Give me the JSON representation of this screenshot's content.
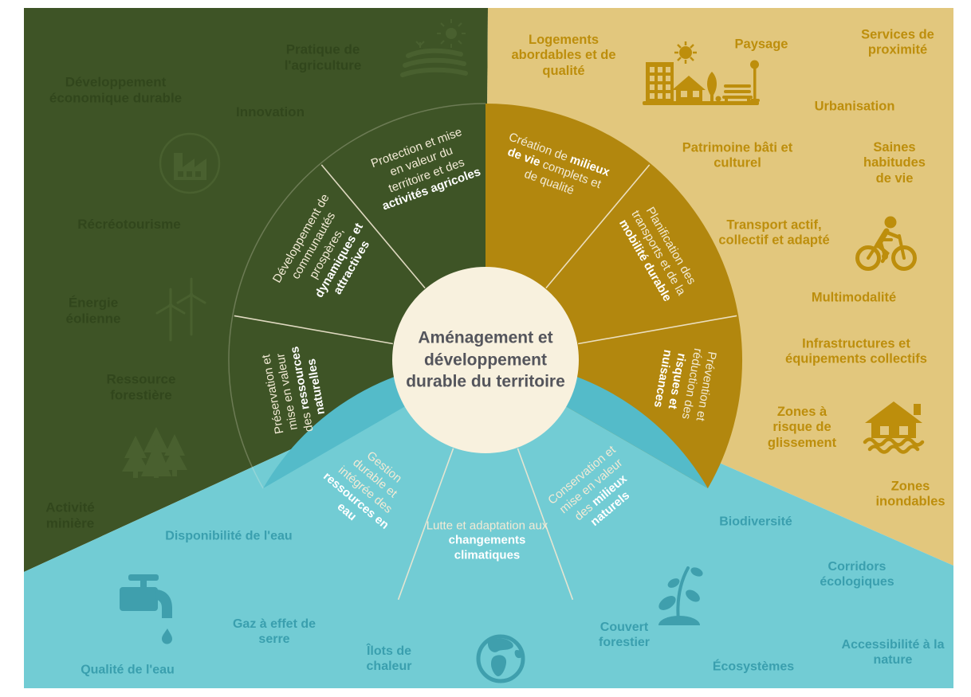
{
  "center": {
    "title": "Aménagement et développement durable du territoire"
  },
  "colors": {
    "green_bg": "#3e5426",
    "green_ghost": "#31461c",
    "green_icon": "#49602f",
    "gold_bg": "#e2c77d",
    "gold_ring": "#b2870e",
    "gold_text": "#bd8e0c",
    "teal_bg": "#72ccd4",
    "teal_ring": "#54bbc9",
    "teal_text": "#3a9fae",
    "teal_icon": "#3f9fad",
    "cream": "#f8f1de",
    "divider": "#f1e8d2",
    "center_text": "#54555c"
  },
  "wedges": [
    {
      "pre": "Protection et mise en valeur du territoire et des ",
      "bold": "activités agricoles",
      "post": ""
    },
    {
      "pre": "Développement de communautés prospères, ",
      "bold": "dynamiques et attractives",
      "post": ""
    },
    {
      "pre": "Préservation et mise en valeur des ",
      "bold": "ressources naturelles",
      "post": ""
    },
    {
      "pre": "Création de ",
      "bold": "milieux de vie",
      "post": " complets et de qualité"
    },
    {
      "pre": "Planification des transports et de la ",
      "bold": "mobilité durable",
      "post": ""
    },
    {
      "pre": "Prévention et réduction des ",
      "bold": "risques et nuisances",
      "post": ""
    },
    {
      "pre": "Gestion durable et intégrée des ",
      "bold": "ressources en eau",
      "post": ""
    },
    {
      "pre": "Lutte et adaptation aux ",
      "bold": "changements climatiques",
      "post": ""
    },
    {
      "pre": "Conservation et mise en valeur des ",
      "bold": "milieux naturels",
      "post": ""
    }
  ],
  "green_themes": [
    "Développement économique durable",
    "Pratique de l'agriculture",
    "Innovation",
    "Récréotourisme",
    "Énergie éolienne",
    "Ressource forestière",
    "Activité minière"
  ],
  "gold_themes": [
    "Logements abordables et de qualité",
    "Paysage",
    "Services de proximité",
    "Urbanisation",
    "Patrimoine bâti et culturel",
    "Saines habitudes de vie",
    "Transport actif, collectif et adapté",
    "Multimodalité",
    "Infrastructures et équipements collectifs",
    "Zones à risque de glissement",
    "Zones inondables"
  ],
  "teal_themes": [
    "Biodiversité",
    "Disponibilité de l'eau",
    "Gaz à effet de serre",
    "Qualité de l'eau",
    "Îlots de chaleur",
    "Couvert forestier",
    "Corridors écologiques",
    "Écosystèmes",
    "Accessibilité à la nature"
  ],
  "icons": {
    "green": [
      "factory",
      "agriculture-fields-sun",
      "wind-turbines",
      "forest-trees"
    ],
    "gold": [
      "city-landscape",
      "cyclist",
      "flooded-house"
    ],
    "teal": [
      "water-faucet",
      "earth-globe",
      "plant-sprout"
    ]
  }
}
